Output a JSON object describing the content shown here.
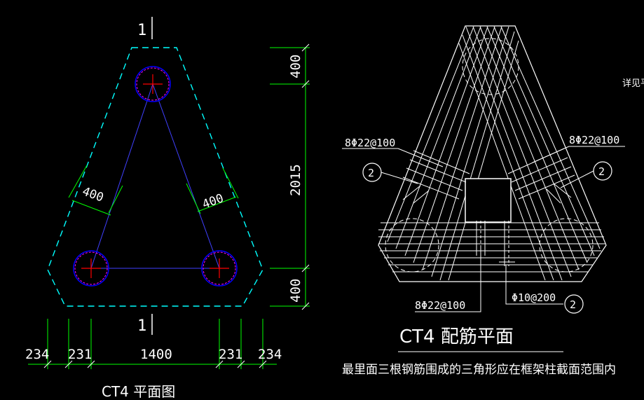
{
  "left_plan": {
    "section_mark_top": "1",
    "section_mark_bottom": "1",
    "dim_top": "400",
    "dim_middle": "2015",
    "dim_bottom": "400",
    "dim_left_diag": "400",
    "dim_right_diag": "400",
    "bottom_dims": [
      "234",
      "231",
      "1400",
      "231",
      "234"
    ],
    "caption": "CT4 平面图"
  },
  "right_plan": {
    "label_left_rebar": "8Φ22@100",
    "label_right_rebar": "8Φ22@100",
    "label_bottom_rebar": "8Φ22@100",
    "label_stirrup": "Φ10@200",
    "bubble_left": "2",
    "bubble_right": "2",
    "bubble_bottom": "2",
    "title": "CT4 配筋平面",
    "note": "最里面三根钢筋围成的三角形应在框架柱截面范围内",
    "side_note": "详见平"
  },
  "colors": {
    "background": "#000000",
    "outline_dashed": "#00ffff",
    "dimension": "#00ff00",
    "pile_ring": "#0000ff",
    "pile_inner": "#ff00ff",
    "pile_cross": "#ff0000",
    "rebar": "#ffffff",
    "axis": "#4040ff"
  }
}
